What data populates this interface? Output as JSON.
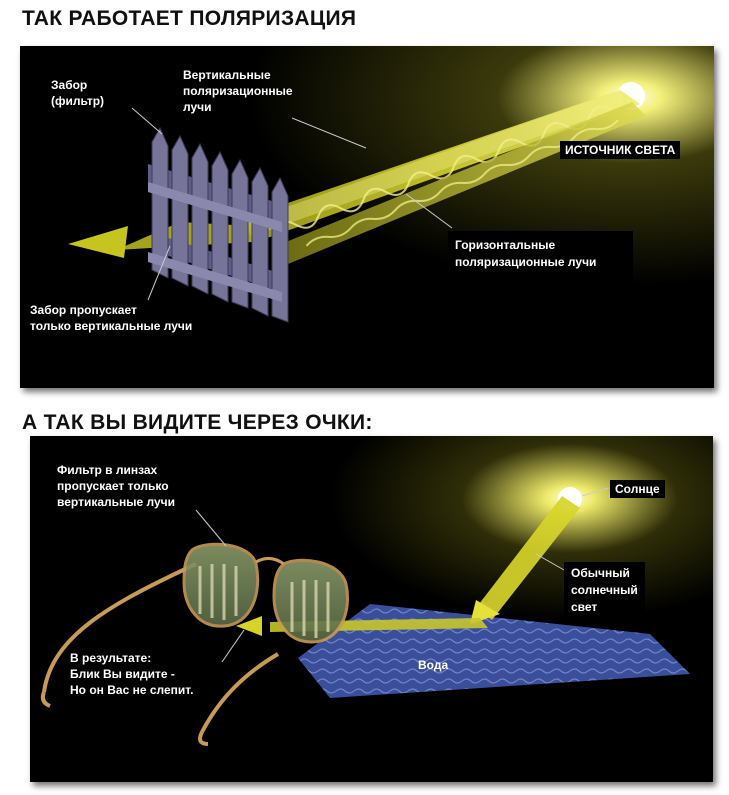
{
  "top": {
    "heading": "ТАК РАБОТАЕТ ПОЛЯРИЗАЦИЯ",
    "labels": {
      "fence_line1": "Забор",
      "fence_line2": "(фильтр)",
      "vertical_line1": "Вертикальные",
      "vertical_line2": "поляризационные",
      "vertical_line3": "лучи",
      "source": "ИСТОЧНИК СВЕТА",
      "horizontal_line1": "Горизонтальные",
      "horizontal_line2": "поляризационные лучи",
      "passes_line1": "Забор пропускает",
      "passes_line2": "только вертикальные лучи"
    }
  },
  "bottom": {
    "heading": "А ТАК ВЫ ВИДИТЕ ЧЕРЕЗ ОЧКИ:",
    "labels": {
      "filter_line1": "Фильтр в линзах",
      "filter_line2": "пропускает только",
      "filter_line3": "вертикальные лучи",
      "sun": "Солнце",
      "sunlight_line1": "Обычный",
      "sunlight_line2": "солнечный",
      "sunlight_line3": "свет",
      "water": "Вода",
      "result_line1": "В результате:",
      "result_line2": "Блик Вы видите -",
      "result_line3": "Но он Вас не слепит."
    }
  },
  "colors": {
    "beam": "#d9d81e",
    "beam_dark": "#8f8f12",
    "fence": "#6c6a92",
    "water": "#3c4f9c",
    "glasses_frame": "#c79a55",
    "panel_bg": "#000000"
  }
}
